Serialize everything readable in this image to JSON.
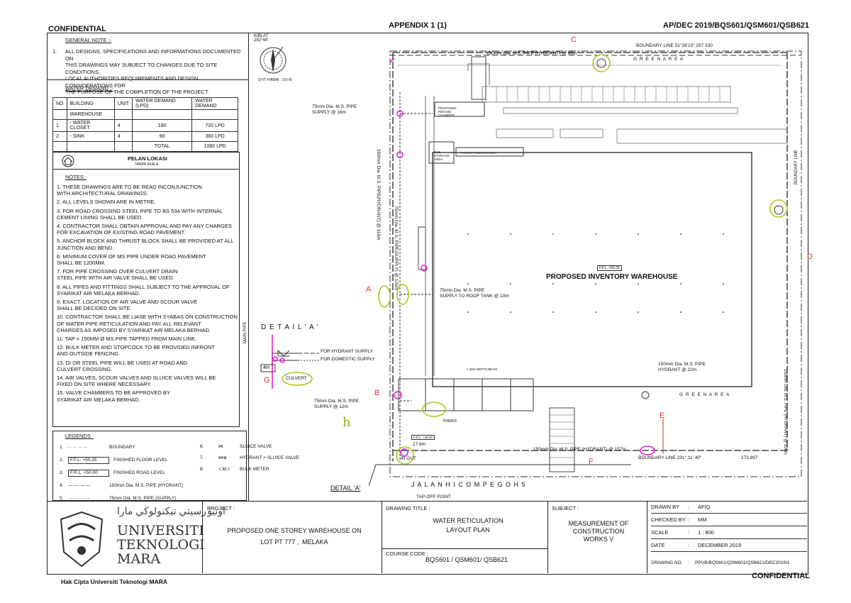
{
  "header": {
    "confidential_top": "CONFIDENTIAL",
    "appendix": "APPENDIX 1 (1)",
    "ref": "AP/DEC 2019/BQS601/QSM601/QSB621"
  },
  "general_note": {
    "title": "GENERAL NOTE :-",
    "num": "1.",
    "lines": [
      "ALL DESIGNS, SPECIFICATIONS AND INFORMATIONS DOCUMENTED ON",
      "THIS DRAWINGS MAY SUBJECT TO CHANGES DUE TO SITE CONDITIONS,",
      "LOCAL AUTHORITIES REQUIREMENTS AND DESIGN CONSIDERATIONS FOR",
      "THE PURPOSE OF THE COMPLETION OF THE PROJECT."
    ]
  },
  "water_demand": {
    "title": "WATER DEMAND :-",
    "headers": [
      "NO",
      "BUILDING",
      "UNIT",
      "WATER DEMAND (LPD)",
      "WATER DEMAND"
    ],
    "building": "WAREHOUSE",
    "rows": [
      {
        "no": "1.",
        "item": "- WATER CLOSET",
        "unit": "4",
        "lpd": "180",
        "total": "720 LPD"
      },
      {
        "no": "2.",
        "item": "- SINK",
        "unit": "4",
        "lpd": "90",
        "total": "360 LPD"
      }
    ],
    "total_label": "TOTAL",
    "total_value": "1080 LPD"
  },
  "location": {
    "title": "PELAN LOKASI",
    "subtitle": "TANPA SKALA"
  },
  "notes": {
    "title": "NOTES :",
    "items": [
      "1.  THESE DRAWINGS ARE TO BE READ INCONJUNCTION",
      "     WITH ARCHITECTURAL DRAWINGS.",
      "2.  ALL LEVELS SHOWN ARE IN METRE.",
      "3.  FOR ROAD CROSSING STEEL PIPE TO BS 534 WITH INTERNAL",
      "     CEMENT LINING SHALL BE USED.",
      "4.  CONTRACTOR SHALL OBTAIN APPROVAL AND PAY ANY CHARGES",
      "     FOR EXCAVATION OF EXISTING ROAD PAVEMENT.",
      "5.  ANCHOR BLOCK AND THRUST BLOCK SHALL BE PROVIDED AT ALL",
      "     JUNCTION AND BEND.",
      "6.  MINIMUM COVER OF MS PIPE UNDER ROAD PAVEMENT",
      "     SHALL BE 1200mm.",
      "7.  FOR PIPE CROSSING OVER CULVERT DRAIN",
      "     STEEL PIPE WITH AIR VALVE SHALL BE USED.",
      "8.  ALL PIPES AND FITTINGS SHALL SUBJECT TO THE APPROVAL OF",
      "     SYARIKAT AIR MELAKA BERHAD.",
      "9.  EXACT. LOCATION OF AIR VALVE AND SCOUR VALVE",
      "     SHALL BE DECIDED ON SITE.",
      "10. CONTRACTOR SHALL BE LIASE WITH SYABAS ON CONSTRUCTION",
      "     OF WATER PIPE RETICULATION AND PAY ALL RELEVANT",
      "     CHARGES AS IMPOSED BY SYARIKAT AIR MELAKA BERHAD.",
      "11. TAP = 150mm Ø MS PIPE TAPPED FROM MAIN LINE.",
      "12. BULK METER AND STOPCOCK TO BE PROVIDED INFRONT",
      "     AND OUTSIDE FENCING.",
      "13. DI OR STEEL PIPE WILL BE USED AT ROAD AND",
      "     CULVERT CROSSING.",
      "14. AIR VALVES, SCOUR VALVES AND SLUICE VALVES WILL BE",
      "     FIXED ON SITE WHERE NECESSARY.",
      "15. VALVE CHAMBERS TO BE APPROVED BY",
      "     SYARIKAT AIR MELAKA BERHAD."
    ]
  },
  "legends": {
    "title": "LEGENDS :",
    "left": [
      {
        "n": "1.",
        "sym": "- · - · - · -",
        "text": "BOUNDARY"
      },
      {
        "n": "2.",
        "sym": "F.F.L. +50.25",
        "text": "FINISHED FLOOR LEVEL"
      },
      {
        "n": "3.",
        "sym": "F.R.L. +50.00",
        "text": "FINISHED ROAD LEVEL"
      },
      {
        "n": "4.",
        "sym": "— — — —",
        "text": "150mm Dia. M.S. PIPE (HYDRANT)"
      },
      {
        "n": "5.",
        "sym": "- - - - - - - -",
        "text": "75mm Dia. M.S. PIPE (SUPPLY)"
      }
    ],
    "right": [
      {
        "n": "6.",
        "text": "SLUICE VALVE"
      },
      {
        "n": "7.",
        "text": "HYDRANT + SLUICE VALVE"
      },
      {
        "n": "8.",
        "text": "BULK METER"
      }
    ]
  },
  "kiblat": {
    "label": "KIBLAT",
    "deg": "292°48'",
    "syit": "SYIT PIAWAI : 3-D-III"
  },
  "plan": {
    "boundary_top": "BOUNDARY LINE  51°26'10\"    257.330",
    "pipe_top": "150mm Dia. M.S. PIPE (HYDRANT) @ 88m",
    "green_area_top": "G R E E N   A R E A",
    "supply_16": "75mm Dia. M.S. PIPE\nSUPPLY @ 16m",
    "refuse": "PROPOSED REFUSE CHAMBER",
    "gas": "GAS STORAGE AREA",
    "forklift": "FORKLIFT PARKING AREA",
    "warehouse": "PROPOSED INVENTORY WAREHOUSE",
    "ffl_warehouse": "F.F.L. +50.25",
    "roof_tank": "75mm Dia. M.S. PIPE\nSUPPLY TO ROOF TANK @ 10m",
    "hydrant_22": "150mm Dia. M.S. PIPE\nHYDRANT @ 22m",
    "green_area_bot": "G R E E N   A R E A",
    "supply_12": "75mm Dia. M.S. PIPE\nSUPPLY @ 12m",
    "premix": "PREMIX",
    "depth_beam": "1.25m DEPTH BEAM",
    "pipe_bot": "150mm Dia. M.S. PIPE (HYDRANT) @ 157m",
    "boundary_bot": "BOUNDARY LINE   231°  11'  40\"",
    "bot_len": "173.897",
    "boundary_right": "BOUNDARY LINE",
    "right_pipe": "150mm Dia. M.S. PIPE (HYDRANT) @ 106m",
    "left_pipe": "150mm Dia. M.S. PIPE(HYDRANT) @ 116m",
    "left_pipe2": "75mm Dia. M.S. PIPE(SUPPLY) @ 126m",
    "road": "J A L A N   H I C O M   P E G O H  5",
    "tap": "TAP-OFF POINT",
    "in_out": "IN  OUT",
    "dim_17": "17.6m",
    "frl": "F.R.L. +49.00",
    "detail_a_ref": "DETAIL 'A'"
  },
  "detail_a": {
    "title": "D E T A I L   ' A '",
    "main_pipe": "MAIN PIPE",
    "hydrant": "FOR HYDRANT SUPPLY",
    "domestic": "FOR DOMESTIC SUPPLY",
    "dim": "4m",
    "culvert": "CULVERT"
  },
  "annotations": {
    "a": "A",
    "b": "B",
    "c": "C",
    "d": "D",
    "e": "E",
    "f": "F",
    "g": "G",
    "h": "h"
  },
  "title_block": {
    "uni_arabic": "اونيۏرسيتي تيكنولوڬي مارا",
    "uni_lines": [
      "UNIVERSITI",
      "TEKNOLOGI",
      "MARA"
    ],
    "project_label": "PROJECT :",
    "project": "PROPOSED ONE STOREY WAREHOUSE ON\nLOT PT 777 ,  MELAKA",
    "drawing_title_label": "DRAWING TITLE :",
    "drawing_title": "WATER RETICULATION\nLAYOUT PLAN",
    "course_label": "COURSE CODE :",
    "course": "BQS601  /  QSM601/  QSB621",
    "subject_label": "SUBJECT :",
    "subject": "MEASUREMENT OF\nCONSTRUCTION\nWORKS V",
    "drawn_by_label": "DRAWN BY",
    "drawn_by": "AFIQ",
    "checked_by_label": "CHECKED BY",
    "checked_by": "MM",
    "scale_label": "SCALE",
    "scale": "1 : 800",
    "date_label": "DATE",
    "date": "DECEMBER 2019",
    "drawing_no_label": "DRAWING NO.",
    "drawing_no": "PPUB/BQS601/QSM601/QSB621/DEC2019/1"
  },
  "footer": {
    "copyright": "Hak Cipta Universiti Teknologi MARA",
    "confidential_bottom": "CONFIDENTIAL"
  }
}
